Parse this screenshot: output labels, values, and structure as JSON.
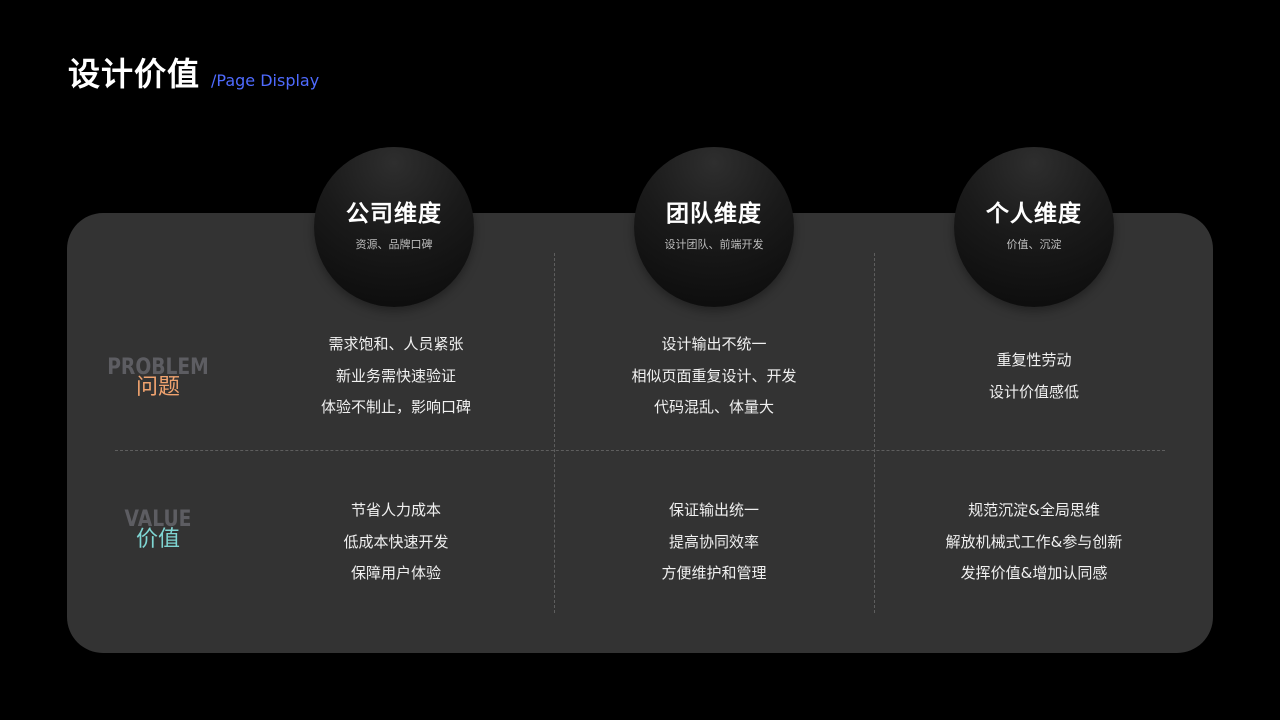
{
  "header": {
    "title": "设计价值",
    "subtitle": "/Page Display"
  },
  "colors": {
    "background": "#000000",
    "card": "#333333",
    "subtitle_accent": "#4f6bff",
    "problem_label": "#f0a36f",
    "value_label": "#7fd6d3",
    "label_watermark": "#5d5d62"
  },
  "columns": [
    {
      "title": "公司维度",
      "subtitle": "资源、品牌口碑"
    },
    {
      "title": "团队维度",
      "subtitle": "设计团队、前端开发"
    },
    {
      "title": "个人维度",
      "subtitle": "价值、沉淀"
    }
  ],
  "rows": [
    {
      "label_en": "PROBLEM",
      "label_cn": "问题",
      "cells": [
        [
          "需求饱和、人员紧张",
          "新业务需快速验证",
          "体验不制止，影响口碑"
        ],
        [
          "设计输出不统一",
          "相似页面重复设计、开发",
          "代码混乱、体量大"
        ],
        [
          "重复性劳动",
          "设计价值感低"
        ]
      ]
    },
    {
      "label_en": "VALUE",
      "label_cn": "价值",
      "cells": [
        [
          "节省人力成本",
          "低成本快速开发",
          "保障用户体验"
        ],
        [
          "保证输出统一",
          "提高协同效率",
          "方便维护和管理"
        ],
        [
          "规范沉淀&全局思维",
          "解放机械式工作&参与创新",
          "发挥价值&增加认同感"
        ]
      ]
    }
  ]
}
